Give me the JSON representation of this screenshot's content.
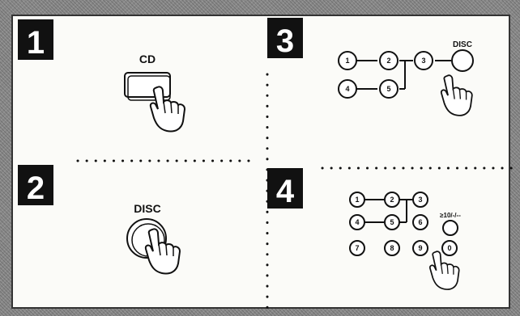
{
  "steps": [
    {
      "number": "1",
      "label": "CD"
    },
    {
      "number": "2",
      "label": "DISC"
    },
    {
      "number": "3",
      "label": "DISC"
    },
    {
      "number": "4",
      "label": "≥10/-/--"
    }
  ],
  "keypad_small": [
    "1",
    "2",
    "3",
    "4",
    "5"
  ],
  "keypad_full": [
    "1",
    "2",
    "3",
    "4",
    "5",
    "6",
    "7",
    "8",
    "9",
    "0"
  ]
}
